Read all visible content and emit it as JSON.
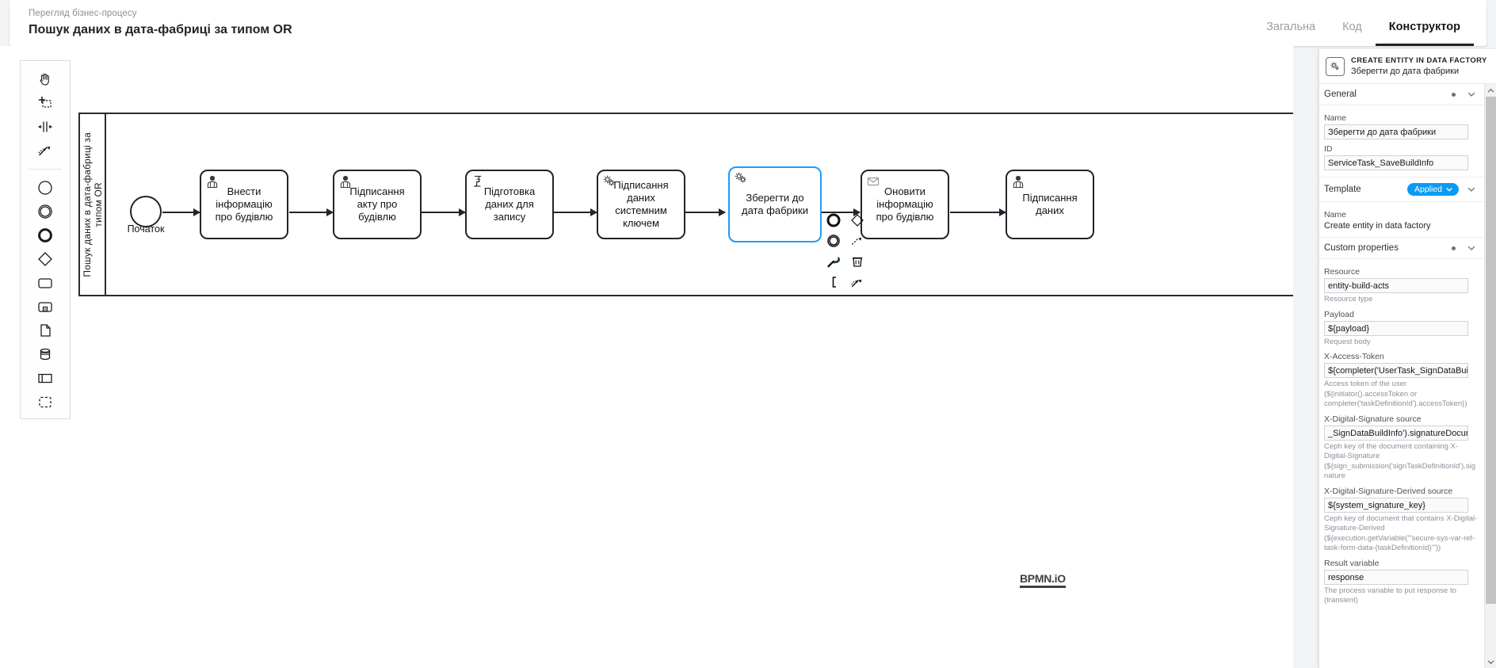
{
  "header": {
    "subtitle": "Перегляд бізнес-процесу",
    "title": "Пошук даних в дата-фабриці за типом OR",
    "tabs": [
      {
        "label": "Загальна",
        "active": false
      },
      {
        "label": "Код",
        "active": false
      },
      {
        "label": "Конструктор",
        "active": true
      }
    ]
  },
  "palette": {
    "tools": [
      {
        "name": "hand-tool-icon",
        "title": "Activate the hand tool"
      },
      {
        "name": "lasso-tool-icon",
        "title": "Activate the lasso tool"
      },
      {
        "name": "space-tool-icon",
        "title": "Activate the create/remove space tool"
      },
      {
        "name": "global-connect-tool-icon",
        "title": "Activate the global connect tool"
      }
    ],
    "elements": [
      {
        "name": "start-event-icon",
        "title": "Create StartEvent"
      },
      {
        "name": "intermediate-event-icon",
        "title": "Create Intermediate/Boundary Event"
      },
      {
        "name": "end-event-icon",
        "title": "Create EndEvent"
      },
      {
        "name": "gateway-icon",
        "title": "Create Gateway"
      },
      {
        "name": "task-icon",
        "title": "Create Task"
      },
      {
        "name": "subprocess-icon",
        "title": "Create expanded SubProcess"
      },
      {
        "name": "data-object-icon",
        "title": "Create DataObjectReference"
      },
      {
        "name": "data-store-icon",
        "title": "Create DataStoreReference"
      },
      {
        "name": "participant-icon",
        "title": "Create Pool/Participant"
      },
      {
        "name": "group-icon",
        "title": "Create Group"
      }
    ]
  },
  "canvas": {
    "pool_label": "Пошук даних в дата-фабриці за\nтипом OR",
    "start_event_label": "Початок",
    "tasks": [
      {
        "id": "t1",
        "label": "Внести\nінформацію\nпро будівлю",
        "icon": "user-task-icon",
        "selected": false
      },
      {
        "id": "t2",
        "label": "Підписання\nакту про\nбудівлю",
        "icon": "user-task-icon",
        "selected": false
      },
      {
        "id": "t3",
        "label": "Підготовка\nданих для\nзапису",
        "icon": "script-task-icon",
        "selected": false
      },
      {
        "id": "t4",
        "label": "Підписання\nданих\nсистемним\nключем",
        "icon": "service-task-icon",
        "selected": false
      },
      {
        "id": "t5",
        "label": "Зберегти до\nдата фабрики",
        "icon": "service-task-icon",
        "selected": true
      },
      {
        "id": "t6",
        "label": "Оновити\nінформацію\nпро будівлю",
        "icon": "send-task-icon",
        "selected": false
      },
      {
        "id": "t7",
        "label": "Підписання\nданих",
        "icon": "user-task-icon",
        "selected": false
      }
    ],
    "context_pad": [
      {
        "name": "append-end-event-icon"
      },
      {
        "name": "append-gateway-icon"
      },
      {
        "name": "append-task-icon"
      },
      {
        "name": "append-intermediate-event-icon"
      },
      {
        "name": "append-text-annotation-icon"
      },
      {
        "name": "change-type-wrench-icon"
      },
      {
        "name": "delete-trash-icon"
      },
      {
        "name": "connect-icon"
      }
    ],
    "logo": "BPMN.iO",
    "accent_selected": "#1f9dfa"
  },
  "properties": {
    "element_type": "CREATE ENTITY IN DATA FACTORY",
    "element_name": "Зберегти до дата фабрики",
    "sections": {
      "general": {
        "title": "General",
        "name_label": "Name",
        "name_value": "Зберегти до дата фабрики",
        "id_label": "ID",
        "id_value": "ServiceTask_SaveBuildInfo"
      },
      "template": {
        "title": "Template",
        "badge": "Applied",
        "name_label": "Name",
        "name_value": "Create entity in data factory"
      },
      "custom": {
        "title": "Custom properties",
        "fields": [
          {
            "label": "Resource",
            "value": "entity-build-acts",
            "hint": "Resource type"
          },
          {
            "label": "Payload",
            "value": "${payload}",
            "hint": "Request body"
          },
          {
            "label": "X-Access-Token",
            "value": "${completer('UserTask_SignDataBuildInfo')",
            "hint": "Access token of the user (${initiator().accessToken or completer('taskDefinitionId').accessToken})"
          },
          {
            "label": "X-Digital-Signature source",
            "value": "_SignDataBuildInfo').signatureDocumentId}",
            "hint": "Ceph key of the document containing X-Digital-Signature (${sign_submission('signTaskDefinitionId').signature"
          },
          {
            "label": "X-Digital-Signature-Derived source",
            "value": "${system_signature_key}",
            "hint": "Ceph key of document that contains X-Digital-Signature-Derived (${execution.getVariable(\"'secure-sys-var-ref-task-form-data-{taskDefinitionId}'\"))"
          },
          {
            "label": "Result variable",
            "value": "response",
            "hint": "The process variable to put response to (transient)"
          }
        ]
      }
    }
  }
}
